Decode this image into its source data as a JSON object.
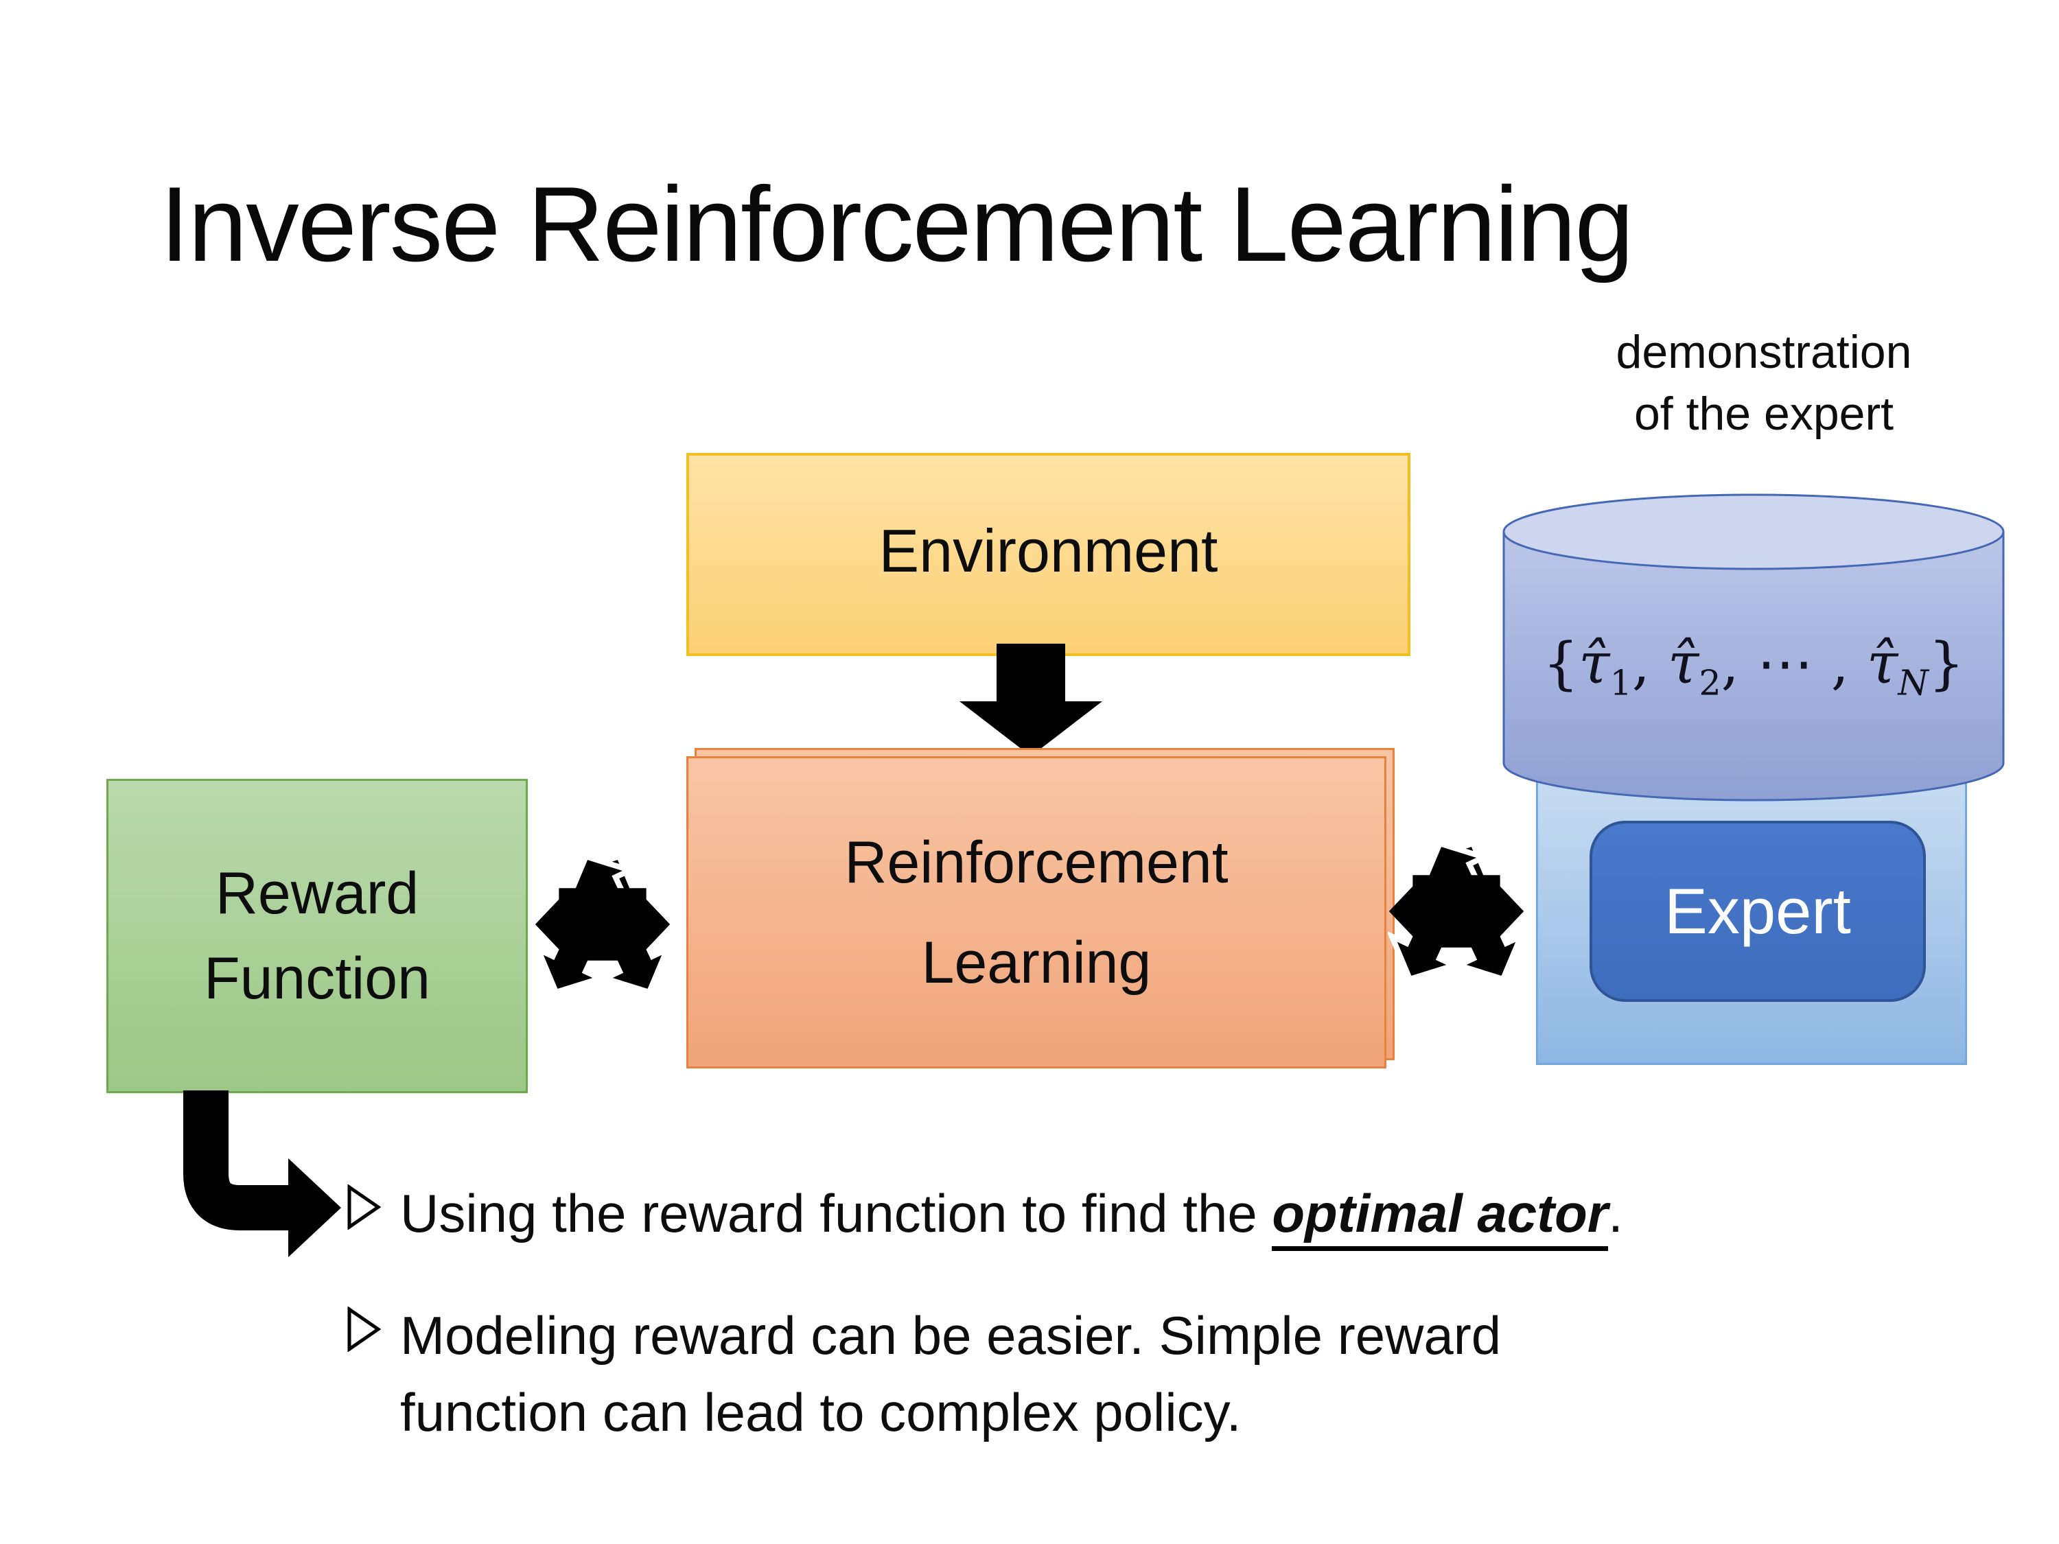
{
  "slide": {
    "title": "Inverse Reinforcement Learning"
  },
  "diagram": {
    "demo_label_line1": "demonstration",
    "demo_label_line2": "of the expert",
    "environment_label": "Environment",
    "reward_line1": "Reward",
    "reward_line2": "Function",
    "rl_line1": "Reinforcement",
    "rl_line2": "Learning",
    "expert_label": "Expert",
    "formula": {
      "open": "{",
      "tau": "τ̂",
      "sub1": "1",
      "comma1": ", ",
      "sub2": "2",
      "dots": ", ⋯ , ",
      "subN": "N",
      "close": "}"
    },
    "colors": {
      "environment_fill": "#FCD27C",
      "environment_border": "#F2BE22",
      "reward_fill": "#A9CF96",
      "reward_border": "#6FA84F",
      "rl_fill": "#F4AF88",
      "rl_border": "#E8823E",
      "cylinder_fill": "#9FAEDC",
      "cylinder_border": "#4468B4",
      "expert_panel_fill": "#A9C8EA",
      "expert_box_fill": "#4472C4",
      "expert_box_border": "#2F5597",
      "arrow": "#000000"
    }
  },
  "bullets": {
    "b1_pre": "Using the reward function to find the ",
    "b1_emphasis": "optimal actor",
    "b1_post": ".",
    "b2_line1": "Modeling reward can be easier. Simple reward",
    "b2_line2": "function can lead to complex policy."
  }
}
